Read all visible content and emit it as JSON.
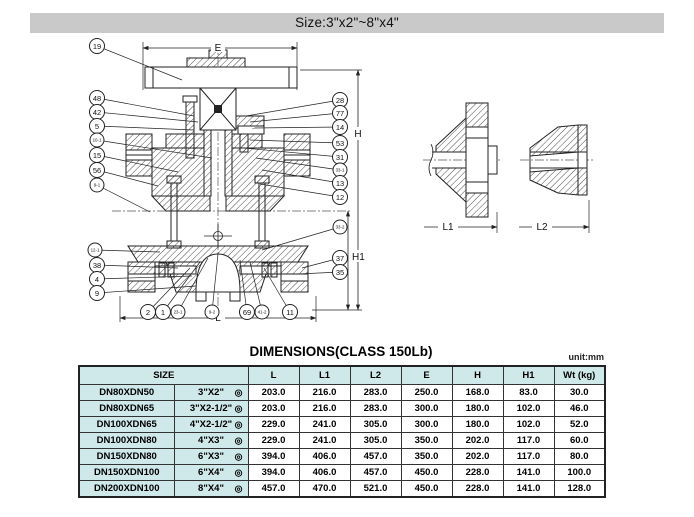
{
  "page": {
    "title_bar": "Size:3\"x2\"~8\"x4\""
  },
  "drawing": {
    "dims": {
      "E": "E",
      "H": "H",
      "H1": "H1",
      "L": "L",
      "L1": "L1",
      "L2": "L2"
    },
    "callouts": {
      "left": [
        "19",
        "48",
        "42",
        "5",
        "10-1",
        "15",
        "56",
        "9-1",
        "12-1",
        "38",
        "4",
        "9"
      ],
      "right": [
        "28",
        "77",
        "14",
        "53",
        "31",
        "33-1",
        "13",
        "12",
        "33-2",
        "37",
        "35"
      ],
      "bottom": [
        "2",
        "1",
        "23-1",
        "9-2",
        "69",
        "41-2",
        "11"
      ]
    }
  },
  "table": {
    "title": "DIMENSIONS(CLASS 150Lb)",
    "unit": "unit:mm",
    "mark": "◎",
    "header": {
      "size": "SIZE",
      "cols": [
        "L",
        "L1",
        "L2",
        "E",
        "H",
        "H1",
        "Wt (kg)"
      ]
    },
    "rows": [
      {
        "dn": "DN80XDN50",
        "inch": "3\"X2\"",
        "values": [
          "203.0",
          "216.0",
          "283.0",
          "250.0",
          "168.0",
          "83.0",
          "30.0"
        ]
      },
      {
        "dn": "DN80XDN65",
        "inch": "3\"X2-1/2\"",
        "values": [
          "203.0",
          "216.0",
          "283.0",
          "300.0",
          "180.0",
          "102.0",
          "46.0"
        ]
      },
      {
        "dn": "DN100XDN65",
        "inch": "4\"X2-1/2\"",
        "values": [
          "229.0",
          "241.0",
          "305.0",
          "300.0",
          "180.0",
          "102.0",
          "52.0"
        ]
      },
      {
        "dn": "DN100XDN80",
        "inch": "4\"X3\"",
        "values": [
          "229.0",
          "241.0",
          "305.0",
          "350.0",
          "202.0",
          "117.0",
          "60.0"
        ]
      },
      {
        "dn": "DN150XDN80",
        "inch": "6\"X3\"",
        "values": [
          "394.0",
          "406.0",
          "457.0",
          "350.0",
          "202.0",
          "117.0",
          "80.0"
        ]
      },
      {
        "dn": "DN150XDN100",
        "inch": "6\"X4\"",
        "values": [
          "394.0",
          "406.0",
          "457.0",
          "450.0",
          "228.0",
          "141.0",
          "100.0"
        ]
      },
      {
        "dn": "DN200XDN100",
        "inch": "8\"X4\"",
        "values": [
          "457.0",
          "470.0",
          "521.0",
          "450.0",
          "228.0",
          "141.0",
          "128.0"
        ]
      }
    ]
  },
  "colors": {
    "accent_cell": "#cfe8e9",
    "title_bar": "#c9c9c9"
  }
}
